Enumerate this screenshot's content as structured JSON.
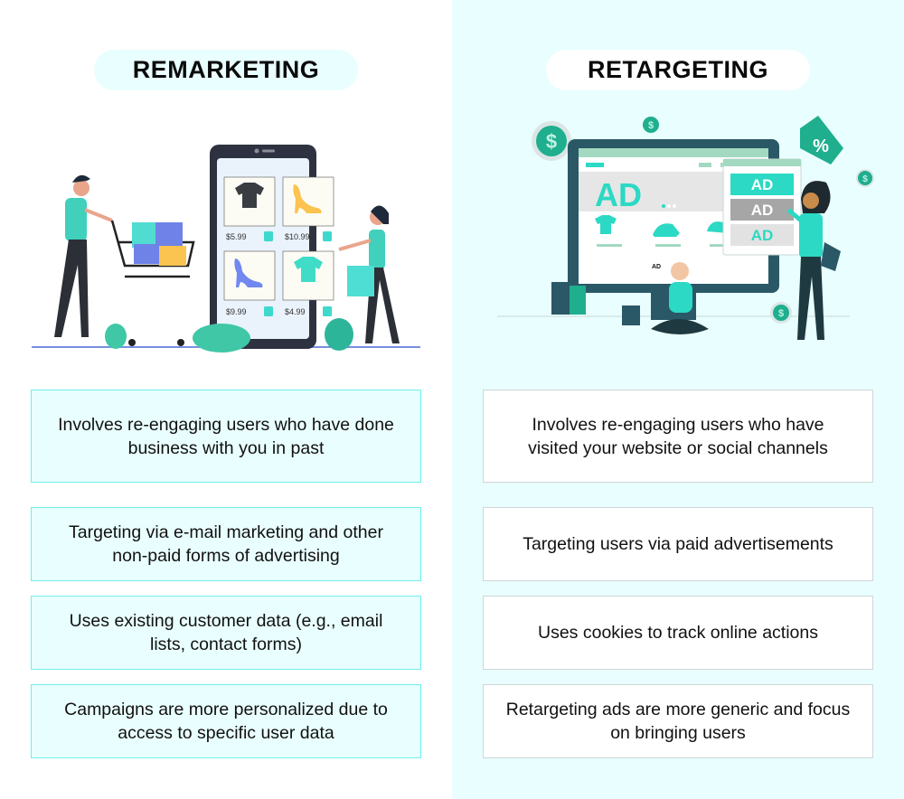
{
  "left": {
    "title": "REMARKETING",
    "illustration": {
      "description": "shoppers-with-cart-and-phone-store",
      "products": [
        {
          "item": "black t-shirt",
          "price": "$5.99"
        },
        {
          "item": "yellow high heel",
          "price": "$10.99"
        },
        {
          "item": "blue high heel",
          "price": "$9.99"
        },
        {
          "item": "teal t-shirt",
          "price": "$4.99"
        }
      ]
    },
    "points": [
      "Involves re-engaging users who have done business with you in past",
      "Targeting via e-mail marketing and other non-paid forms of advertising",
      "Uses existing customer data (e.g., email lists, contact forms)",
      "Campaigns are more personalized due to access to specific user data"
    ]
  },
  "right": {
    "title": "RETARGETING",
    "illustration": {
      "description": "monitor-with-ads-and-users",
      "monitor_banner": "AD",
      "ad_stack": [
        "AD",
        "AD",
        "AD"
      ],
      "speech_bubble": "AD",
      "tag_symbol": "%",
      "coin_symbol": "$"
    },
    "points": [
      "Involves re-engaging users who have visited your website or social channels",
      "Targeting users via paid advertisements",
      "Uses cookies to track online actions",
      "Retargeting ads are more generic and focus on bringing users"
    ]
  },
  "colors": {
    "accent_teal": "#2BD9C4",
    "dark_teal": "#2A5866",
    "right_bg": "#E9FEFE",
    "left_box_border": "#6FF0EC",
    "right_box_border": "#CFD6D6"
  }
}
